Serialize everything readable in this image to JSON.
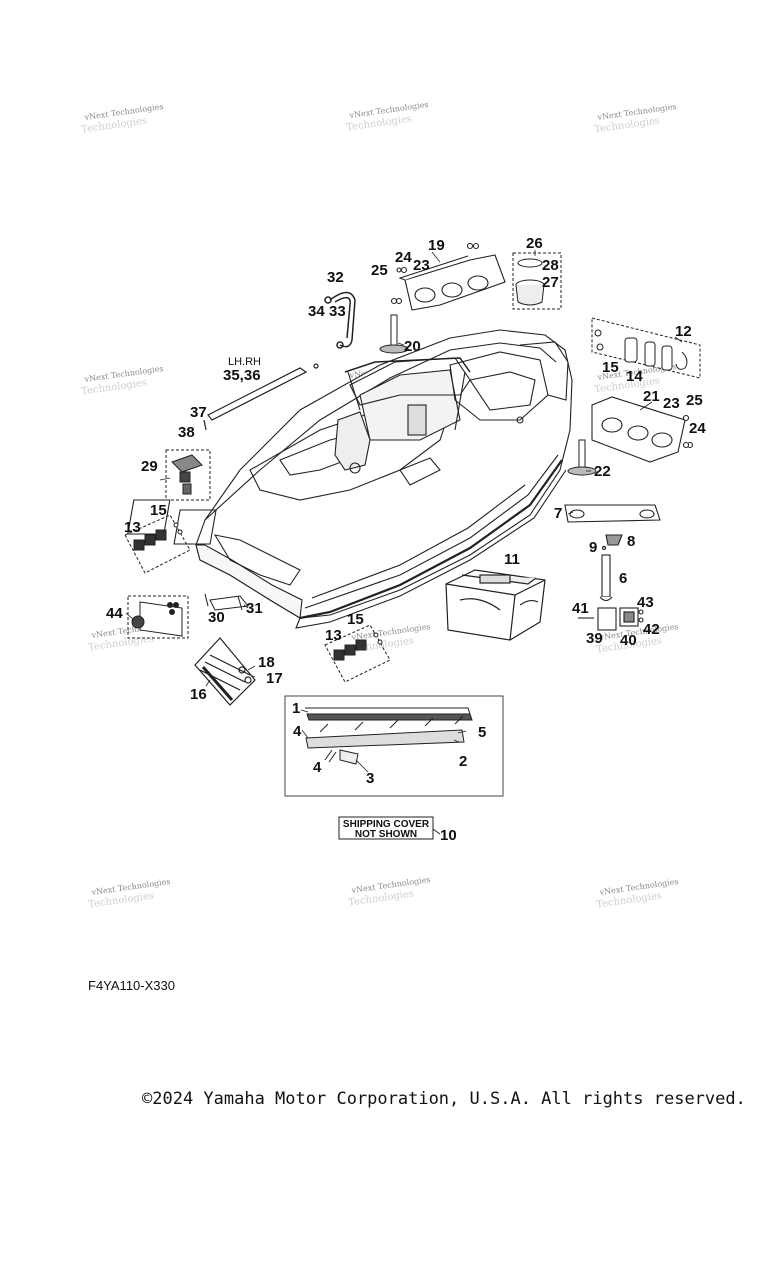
{
  "watermark": {
    "line1": "vNext Technologies",
    "line2": "Technologies"
  },
  "diagram_code": "F4YA110-X330",
  "copyright": "©2024 Yamaha Motor Corporation, U.S.A. All rights reserved.",
  "shipping_note": {
    "line1": "SHIPPING COVER",
    "line2": "NOT SHOWN",
    "ref": "10"
  },
  "side_label": "LH.RH",
  "callouts": {
    "c1": "1",
    "c2": "2",
    "c3": "3",
    "c4a": "4",
    "c4b": "4",
    "c5": "5",
    "c6": "6",
    "c7": "7",
    "c8": "8",
    "c9": "9",
    "c11": "11",
    "c12": "12",
    "c13a": "13",
    "c13b": "13",
    "c14": "14",
    "c15a": "15",
    "c15b": "15",
    "c15c": "15",
    "c16": "16",
    "c17": "17",
    "c18": "18",
    "c19": "19",
    "c20": "20",
    "c21": "21",
    "c22": "22",
    "c23a": "23",
    "c23b": "23",
    "c24a": "24",
    "c24b": "24",
    "c25a": "25",
    "c25b": "25",
    "c26": "26",
    "c27": "27",
    "c28": "28",
    "c29": "29",
    "c30": "30",
    "c31": "31",
    "c32": "32",
    "c33": "33",
    "c34": "34",
    "c3536": "35,36",
    "c37": "37",
    "c38": "38",
    "c39": "39",
    "c40": "40",
    "c41": "41",
    "c42": "42",
    "c43": "43",
    "c44": "44"
  }
}
